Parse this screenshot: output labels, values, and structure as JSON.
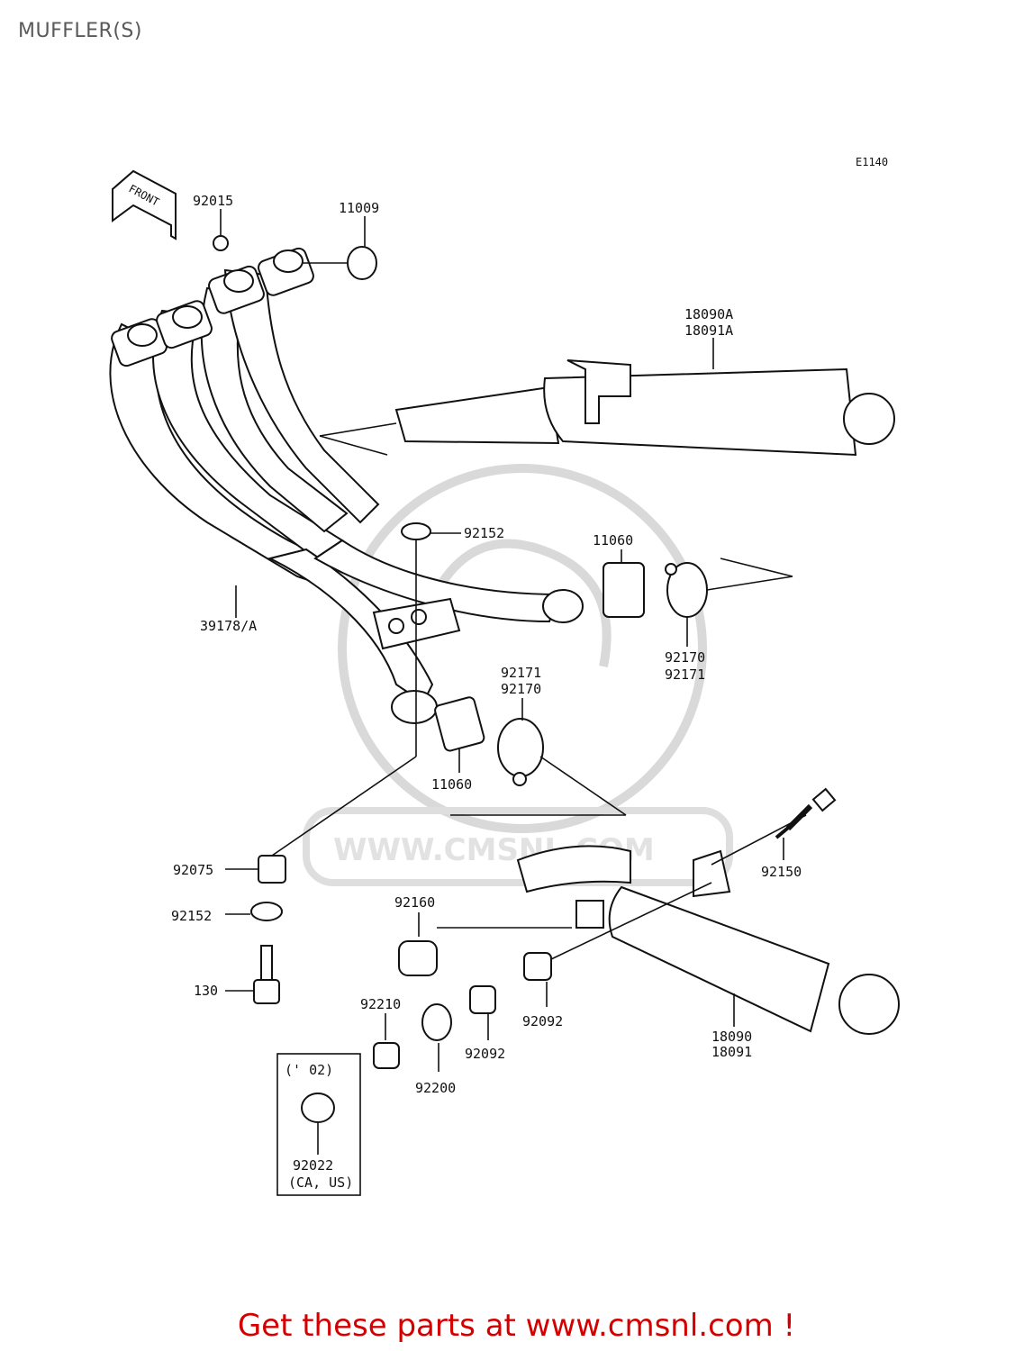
{
  "page": {
    "title": "MUFFLER(S)"
  },
  "diagram": {
    "code": "E1140",
    "front_label": "FRONT",
    "watermark": "WWW.CMSNL.COM",
    "part_labels": {
      "p92015": "92015",
      "p11009": "11009",
      "p18090A": "18090A",
      "p18091A": "18091A",
      "p92152_top": "92152",
      "p11060_top": "11060",
      "p39178A": "39178/A",
      "p92170_r": "92170",
      "p92171_r": "92171",
      "p92171_m": "92171",
      "p92170_m": "92170",
      "p11060_m": "11060",
      "p92075": "92075",
      "p92150": "92150",
      "p92152_l": "92152",
      "p92160": "92160",
      "p130": "130",
      "p92210": "92210",
      "p92092_a": "92092",
      "p92092_b": "92092",
      "p18090": "18090",
      "p18091": "18091",
      "p92200": "92200",
      "p02": "(' 02)",
      "p92022": "92022",
      "pCAUS": "(CA, US)"
    }
  },
  "footer": {
    "cta": "Get these parts at www.cmsnl.com !"
  },
  "colors": {
    "cta": "#d40000",
    "title": "#5a5a5a",
    "line": "#111111"
  }
}
